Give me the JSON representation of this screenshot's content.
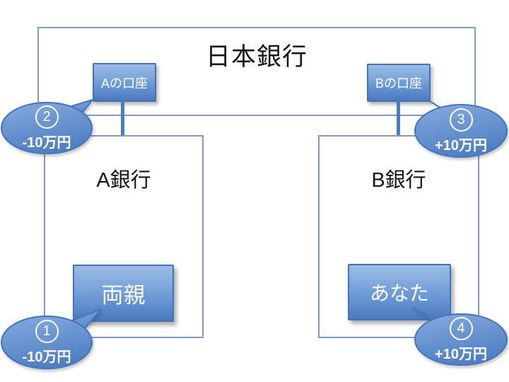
{
  "slide": {
    "title": "日本銀行",
    "accounts": [
      {
        "label": "Aの口座"
      },
      {
        "label": "Bの口座"
      }
    ],
    "banks": [
      {
        "label": "A銀行"
      },
      {
        "label": "B銀行"
      }
    ],
    "persons": [
      {
        "label": "両親"
      },
      {
        "label": "あなた"
      }
    ],
    "callouts": [
      {
        "digit": "1",
        "amount": "-10万円"
      },
      {
        "digit": "2",
        "amount": "-10万円"
      },
      {
        "digit": "3",
        "amount": "+10万円"
      },
      {
        "digit": "4",
        "amount": "+10万円"
      }
    ],
    "colors": {
      "shape_fill_top": "#9bbce4",
      "shape_fill_bottom": "#4a7abc",
      "shape_border": "#4673b4",
      "outline_border": "#8099bd",
      "connector": "#4a7cbe",
      "text_dark": "#161616",
      "text_light": "#ffffff"
    }
  }
}
